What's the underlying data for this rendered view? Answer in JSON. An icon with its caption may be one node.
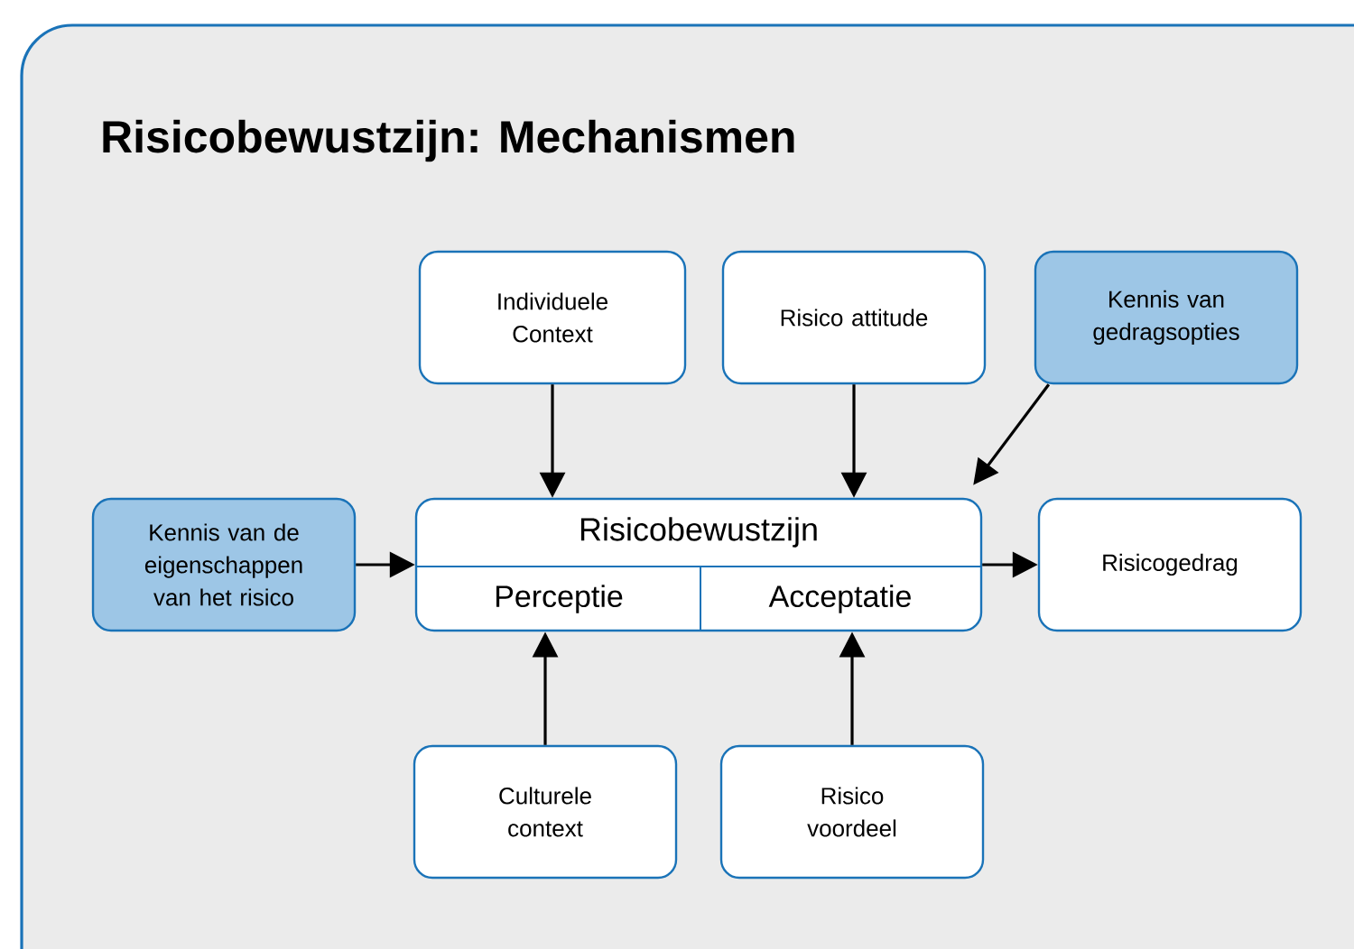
{
  "diagram": {
    "title": "Risicobewustzijn: Mechanismen",
    "nodes": [
      {
        "text": [
          "Individuele Context"
        ]
      },
      {
        "text": [
          "Risico attitude"
        ]
      },
      {
        "text": [
          "Kennis van gedragsopties"
        ]
      },
      {
        "text": [
          "Kennis van de eigenschappen van het risico"
        ]
      },
      {
        "text": [
          "Risicobewustzijn"
        ]
      },
      {
        "text": [
          "Perceptie"
        ],
        "in": 4
      },
      {
        "text": [
          "Acceptatie"
        ],
        "in": 4
      },
      {
        "text": [
          "Risicogedrag"
        ]
      },
      {
        "text": [
          "Culturele context"
        ]
      },
      {
        "text": [
          "Risico voordeel"
        ]
      }
    ],
    "edges": [
      {
        "from": 0,
        "to": 4,
        "arrow": "to"
      },
      {
        "from": 1,
        "to": 4,
        "arrow": "to"
      },
      {
        "from": 2,
        "to": 4,
        "arrow": "to"
      },
      {
        "from": 3,
        "to": 4,
        "arrow": "to"
      },
      {
        "from": 4,
        "to": 7,
        "arrow": "to"
      },
      {
        "from": 8,
        "to": 5,
        "arrow": "to"
      },
      {
        "from": 9,
        "to": 6,
        "arrow": "to"
      }
    ]
  }
}
